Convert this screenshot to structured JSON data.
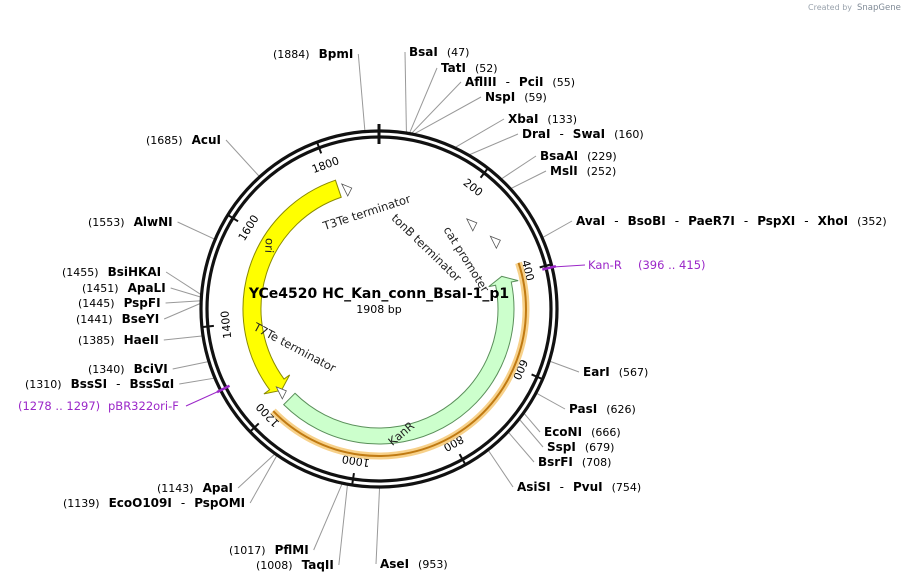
{
  "plasmid": {
    "name": "YCe4520 HC_Kan_conn_BsaI-1_p1",
    "length_label": "1908 bp",
    "length": 1908
  },
  "branding": {
    "created_by": "Created by",
    "product": "SnapGene"
  },
  "ticks": [
    {
      "value": 200,
      "label": "200"
    },
    {
      "value": 400,
      "label": "400"
    },
    {
      "value": 600,
      "label": "600"
    },
    {
      "value": 800,
      "label": "800"
    },
    {
      "value": 1000,
      "label": "1000"
    },
    {
      "value": 1200,
      "label": "1200"
    },
    {
      "value": 1400,
      "label": "1400"
    },
    {
      "value": 1600,
      "label": "1600"
    },
    {
      "value": 1800,
      "label": "1800"
    }
  ],
  "features": [
    {
      "name": "ori",
      "type": "rep_origin",
      "start": 1220,
      "end": 1809,
      "strand": "reverse",
      "color": "#ffff00",
      "label": "ori"
    },
    {
      "name": "KanR",
      "type": "CDS",
      "start": 398,
      "end": 1192,
      "strand": "reverse",
      "color": "#ccffcc",
      "label": "KanR"
    },
    {
      "name": "Kan-R-primer-span",
      "type": "primer_bind",
      "start": 380,
      "end": 1198,
      "strand": "reverse",
      "color": "#f5a63a",
      "label": ""
    },
    {
      "name": "T3Te terminator",
      "type": "terminator",
      "start": 1816,
      "end": 1845,
      "label": "T3Te terminator"
    },
    {
      "name": "tonB terminator",
      "type": "terminator",
      "start": 238,
      "end": 270,
      "label": "tonB terminator"
    },
    {
      "name": "cat promoter",
      "type": "promoter",
      "start": 280,
      "end": 365,
      "label": "cat promoter"
    },
    {
      "name": "T7Te terminator",
      "type": "terminator",
      "start": 1200,
      "end": 1228,
      "label": "T7Te terminator"
    }
  ],
  "primers": [
    {
      "name": "Kan-R",
      "range": "(396 .. 415)",
      "pos": 405
    },
    {
      "name": "pBR322ori-F",
      "range": "(1278 .. 1297)",
      "pos": 1287
    }
  ],
  "enzymes": [
    {
      "names": [
        "BpmI"
      ],
      "pos": "(1884)",
      "site": 1884
    },
    {
      "names": [
        "BsaI"
      ],
      "pos": "(47)",
      "site": 47
    },
    {
      "names": [
        "TatI"
      ],
      "pos": "(52)",
      "site": 52
    },
    {
      "names": [
        "AflIII",
        "PciI"
      ],
      "pos": "(55)",
      "site": 55
    },
    {
      "names": [
        "NspI"
      ],
      "pos": "(59)",
      "site": 59
    },
    {
      "names": [
        "XbaI"
      ],
      "pos": "(133)",
      "site": 133
    },
    {
      "names": [
        "DraI",
        "SwaI"
      ],
      "pos": "(160)",
      "site": 160
    },
    {
      "names": [
        "BsaAI"
      ],
      "pos": "(229)",
      "site": 229
    },
    {
      "names": [
        "MslI"
      ],
      "pos": "(252)",
      "site": 252
    },
    {
      "names": [
        "AvaI",
        "BsoBI",
        "PaeR7I",
        "PspXI",
        "XhoI"
      ],
      "pos": "(352)",
      "site": 352
    },
    {
      "names": [
        "EarI"
      ],
      "pos": "(567)",
      "site": 567
    },
    {
      "names": [
        "PasI"
      ],
      "pos": "(626)",
      "site": 626
    },
    {
      "names": [
        "EcoNI"
      ],
      "pos": "(666)",
      "site": 666
    },
    {
      "names": [
        "SspI"
      ],
      "pos": "(679)",
      "site": 679
    },
    {
      "names": [
        "BsrFI"
      ],
      "pos": "(708)",
      "site": 708
    },
    {
      "names": [
        "AsiSI",
        "PvuI"
      ],
      "pos": "(754)",
      "site": 754
    },
    {
      "names": [
        "AseI"
      ],
      "pos": "(953)",
      "site": 953
    },
    {
      "names": [
        "TaqII"
      ],
      "pos": "(1008)",
      "site": 1008
    },
    {
      "names": [
        "PflMI"
      ],
      "pos": "(1017)",
      "site": 1017
    },
    {
      "names": [
        "EcoO109I",
        "PspOMI"
      ],
      "pos": "(1139)",
      "site": 1139
    },
    {
      "names": [
        "ApaI"
      ],
      "pos": "(1143)",
      "site": 1143
    },
    {
      "names": [
        "BssSI",
        "BssSαI"
      ],
      "pos": "(1310)",
      "site": 1310
    },
    {
      "names": [
        "BciVI"
      ],
      "pos": "(1340)",
      "site": 1340
    },
    {
      "names": [
        "HaeII"
      ],
      "pos": "(1385)",
      "site": 1385
    },
    {
      "names": [
        "BseYI"
      ],
      "pos": "(1441)",
      "site": 1441
    },
    {
      "names": [
        "PspFI"
      ],
      "pos": "(1445)",
      "site": 1445
    },
    {
      "names": [
        "ApaLI"
      ],
      "pos": "(1451)",
      "site": 1451
    },
    {
      "names": [
        "BsiHKAI"
      ],
      "pos": "(1455)",
      "site": 1455
    },
    {
      "names": [
        "AlwNI"
      ],
      "pos": "(1553)",
      "site": 1553
    },
    {
      "names": [
        "AcuI"
      ],
      "pos": "(1685)",
      "site": 1685
    }
  ]
}
